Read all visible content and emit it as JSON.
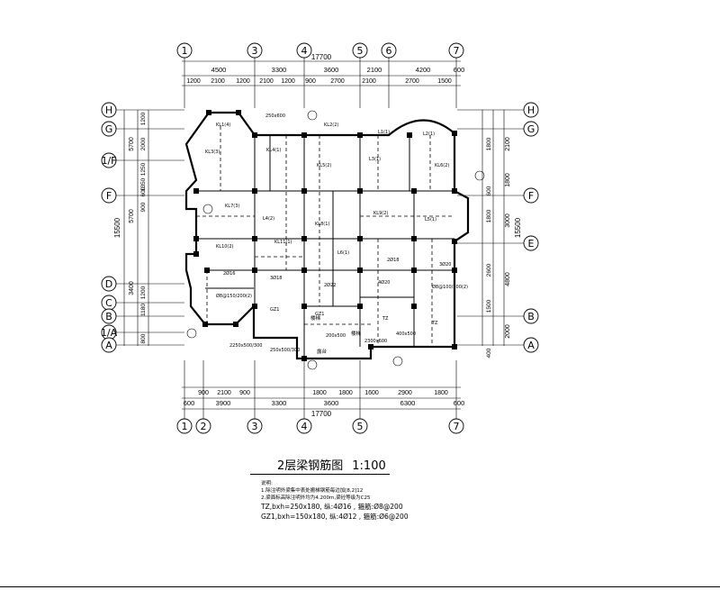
{
  "drawing": {
    "title": "2层梁钢筋图",
    "scale": "1:100",
    "notes_heading": "说明:",
    "notes": [
      "1.除注明外梁集中表处搬梯钢筋每边加[8,2]12",
      "2.梁面标高除注明外均为4.200m,梁砼等级为C25",
      "TZ,bxh=250x180,    纵:4Ø16 , 箍筋:Ø8@200",
      "GZ1,bxh=150x180,   纵:4Ø12 , 箍筋:Ø6@200"
    ],
    "top_axes": [
      "1",
      "3",
      "4",
      "5",
      "6",
      "7"
    ],
    "bottom_axes": [
      "1",
      "2",
      "3",
      "4",
      "5",
      "7"
    ],
    "left_axes": [
      "H",
      "G",
      "1/F",
      "F",
      "D",
      "C",
      "B",
      "1/A",
      "A"
    ],
    "right_axes": [
      "H",
      "G",
      "F",
      "E",
      "B",
      "A"
    ],
    "top_total": "17700",
    "bottom_total": "17700",
    "top_dims_row1": [
      "4500",
      "3300",
      "3600",
      "2100",
      "4200",
      "600"
    ],
    "top_dims_row2": [
      "1200",
      "2100",
      "1200",
      "2100",
      "1200",
      "900",
      "2700",
      "2100",
      "2700",
      "1500"
    ],
    "bottom_dims_row1": [
      "900",
      "2100",
      "900",
      "1800",
      "1800",
      "1600",
      "2900",
      "1800"
    ],
    "bottom_dims_row2": [
      "600",
      "3900",
      "3300",
      "3600",
      "6300",
      "600"
    ],
    "left_total": "15500",
    "left_dims_outer": [
      "5700",
      "5700",
      "3400"
    ],
    "left_dims_inner": [
      "1200",
      "2000",
      "1250",
      "1350",
      "600",
      "900",
      "1200",
      "1180",
      "800"
    ],
    "right_total": "15500",
    "right_dims_outer": [
      "2100",
      "1800",
      "3000",
      "4800",
      "2000"
    ],
    "right_dims_inner": [
      "1800",
      "600",
      "1800",
      "2600",
      "1500",
      "400"
    ],
    "beam_labels": [
      "KL1(4)",
      "250x600",
      "KL2(2)",
      "L1(1)",
      "L2(1)",
      "KL3(3)",
      "KL4(1)",
      "KL5(2)",
      "L3(1)",
      "KL6(2)",
      "KL7(3)",
      "L4(2)",
      "KL8(1)",
      "KL9(2)",
      "L5(1)",
      "KL10(2)",
      "KL11(1)",
      "L6(1)",
      "2Ø18",
      "3Ø20",
      "2Ø16",
      "3Ø18",
      "2Ø22",
      "4Ø20",
      "Ø8@100/200(2)",
      "Ø8@150/200(2)",
      "GZ1",
      "GZ1",
      "TZ",
      "TZ",
      "2250x500/300",
      "250x500/300",
      "200x500",
      "2300x600",
      "400x500"
    ],
    "room_tags": [
      "楼梯",
      "楼梯",
      "露台"
    ]
  },
  "colors": {
    "ink": "#000000",
    "paper": "#ffffff"
  }
}
